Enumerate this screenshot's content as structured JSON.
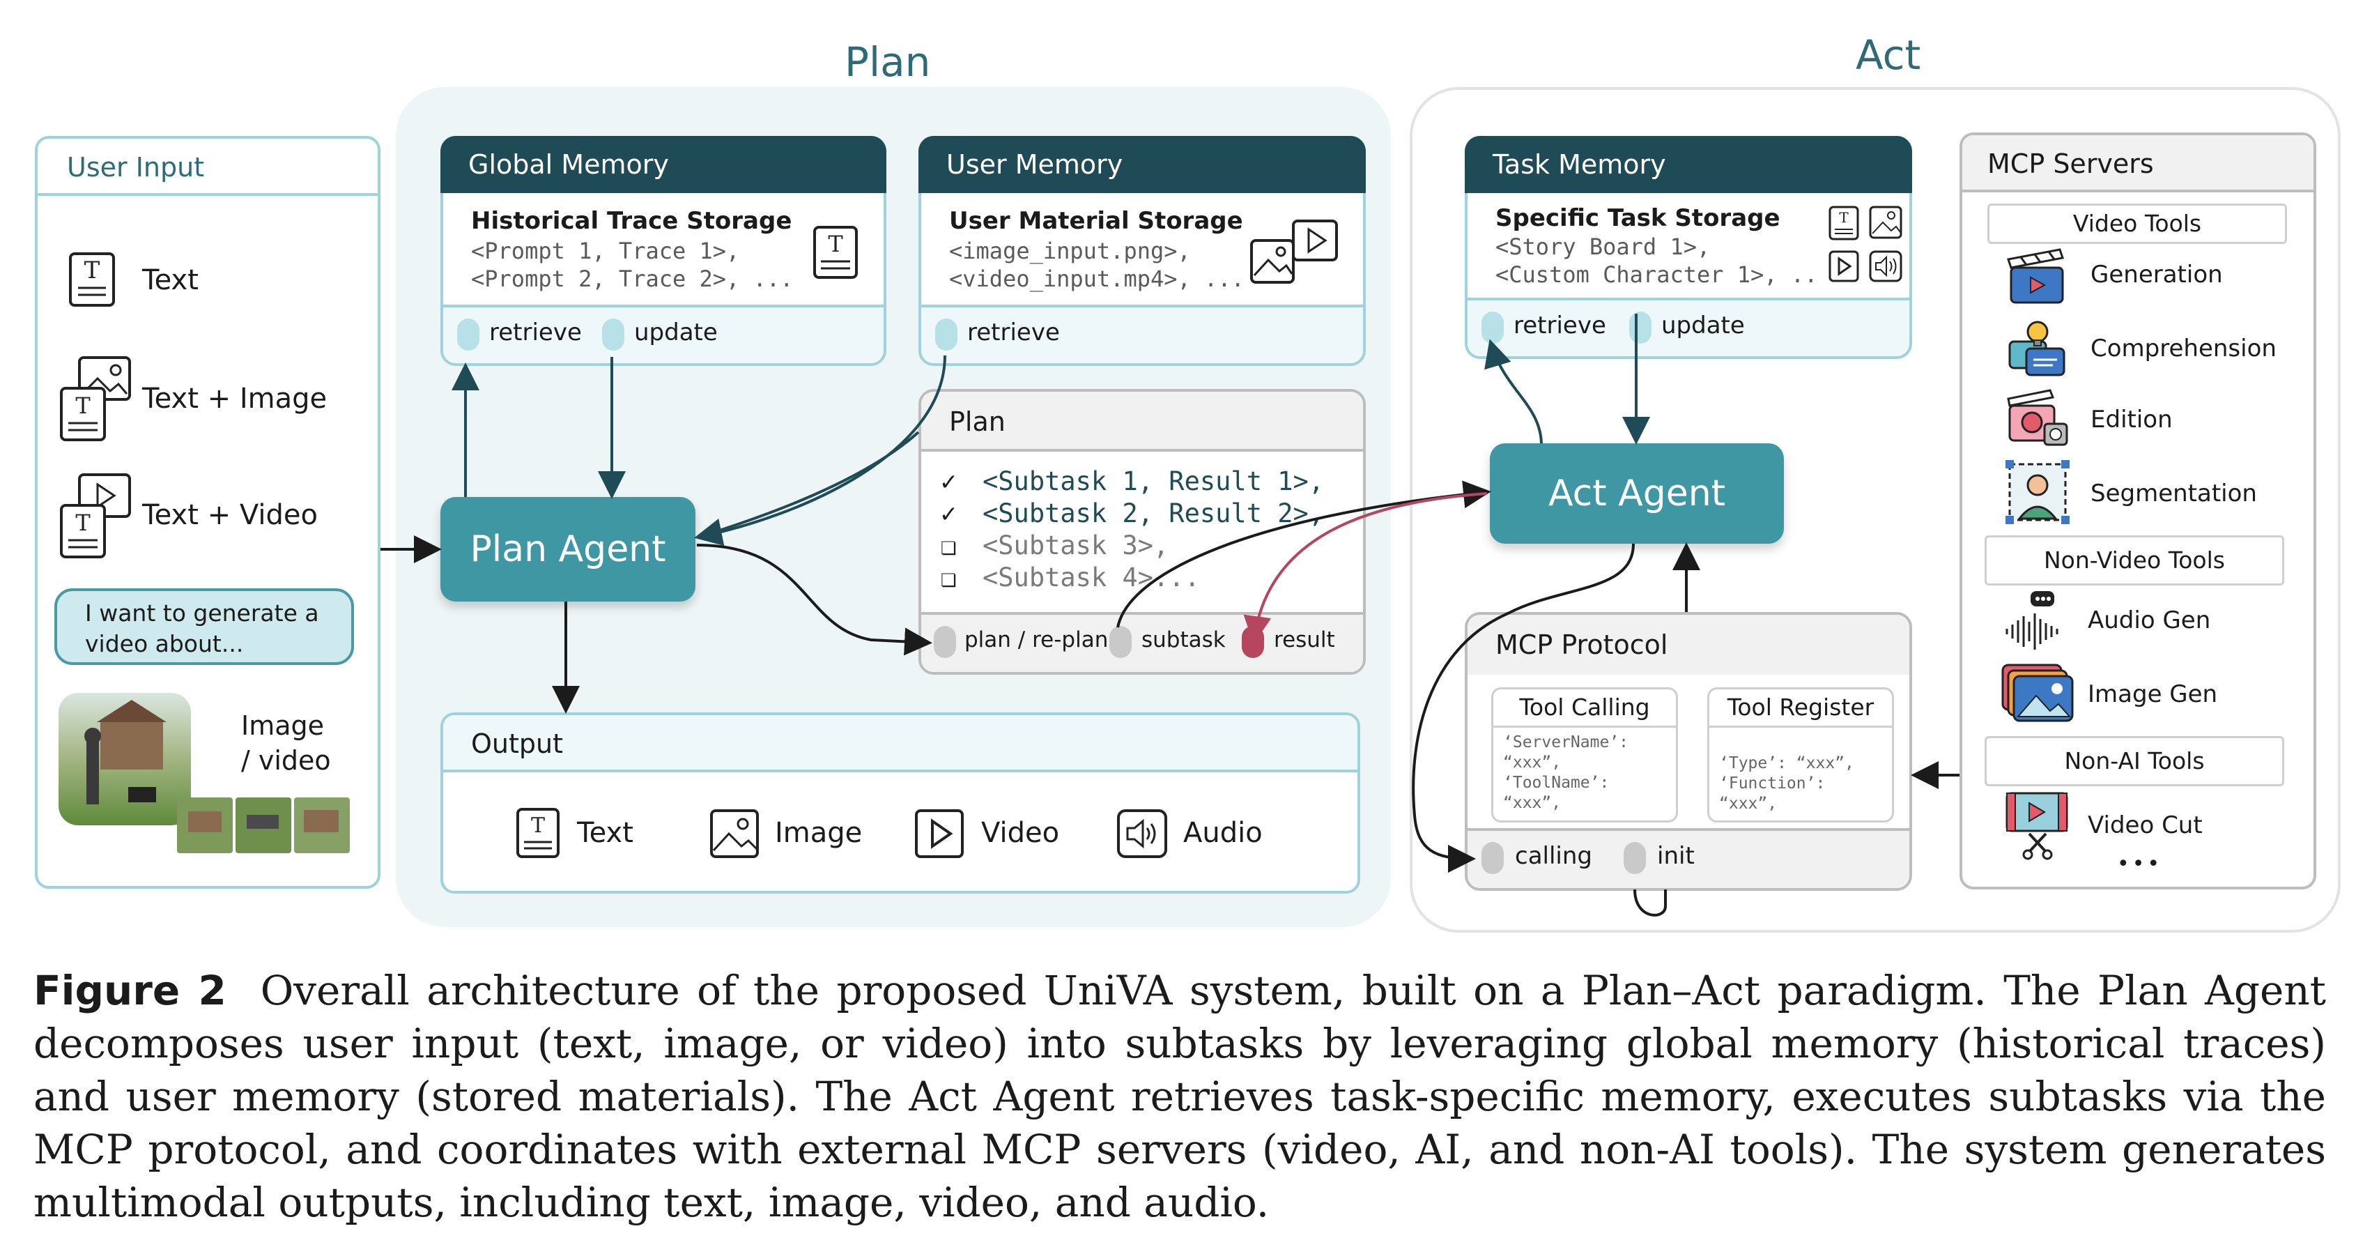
{
  "regions": {
    "plan_title": "Plan",
    "act_title": "Act"
  },
  "user_input": {
    "title": "User Input",
    "items": [
      "Text",
      "Text + Image",
      "Text + Video"
    ],
    "prompt_bubble": "I want to generate a video about...",
    "media_label_1": "Image",
    "media_label_2": "/ video"
  },
  "global_memory": {
    "title": "Global Memory",
    "subtitle": "Historical Trace Storage",
    "line1": "<Prompt 1, Trace 1>,",
    "line2": "<Prompt 2, Trace 2>, ...",
    "retrieve": "retrieve",
    "update": "update"
  },
  "user_memory": {
    "title": "User Memory",
    "subtitle": "User Material Storage",
    "line1": "<image_input.png>,",
    "line2": "<video_input.mp4>, ...",
    "retrieve": "retrieve"
  },
  "plan_agent": {
    "label": "Plan Agent"
  },
  "plan_box": {
    "title": "Plan",
    "items": [
      {
        "mark": "✓",
        "text": "<Subtask 1, Result 1>,"
      },
      {
        "mark": "✓",
        "text": "<Subtask 2, Result 2>,"
      },
      {
        "mark": "❏",
        "text": "<Subtask 3>,"
      },
      {
        "mark": "❏",
        "text": "<Subtask 4>..."
      }
    ],
    "foot": [
      "plan / re-plan",
      "subtask",
      "result"
    ]
  },
  "output": {
    "title": "Output",
    "items": [
      "Text",
      "Image",
      "Video",
      "Audio"
    ]
  },
  "task_memory": {
    "title": "Task Memory",
    "subtitle": "Specific Task Storage",
    "line1": "<Story Board 1>,",
    "line2": "<Custom Character 1>, ..",
    "retrieve": "retrieve",
    "update": "update"
  },
  "act_agent": {
    "label": "Act Agent"
  },
  "mcp_protocol": {
    "title": "MCP Protocol",
    "tool_calling": "Tool Calling",
    "tool_calling_code": "‘ServerName’:\n“xxx”,\n‘ToolName’:\n“xxx”,",
    "tool_register": "Tool Register",
    "tool_register_code": "‘Type’: “xxx”,\n‘Function’:\n“xxx”,",
    "calling": "calling",
    "init": "init"
  },
  "mcp_servers": {
    "title": "MCP Servers",
    "video_tools": "Video Tools",
    "video_items": [
      "Generation",
      "Comprehension",
      "Edition",
      "Segmentation"
    ],
    "non_video_tools": "Non-Video Tools",
    "non_video_items": [
      "Audio Gen",
      "Image Gen"
    ],
    "non_ai_tools": "Non-AI Tools",
    "non_ai_items": [
      "Video Cut"
    ],
    "more": "•••"
  },
  "caption": {
    "label": "Figure 2",
    "text": "Overall architecture of the proposed UniVA system, built on a Plan–Act paradigm. The Plan Agent decomposes user input (text, image, or video) into subtasks by leveraging global memory (historical traces) and user memory (stored materials). The Act Agent retrieves task-specific memory, executes subtasks via the MCP protocol, and coordinates with external MCP servers (video, AI, and non-AI tools). The system generates multimodal outputs, including text, image, video, and audio."
  },
  "colors": {
    "dark_teal": "#1f4b56",
    "agent_teal": "#3e97a3",
    "light_teal": "#9cd3dd",
    "result_red": "#b5465e"
  }
}
